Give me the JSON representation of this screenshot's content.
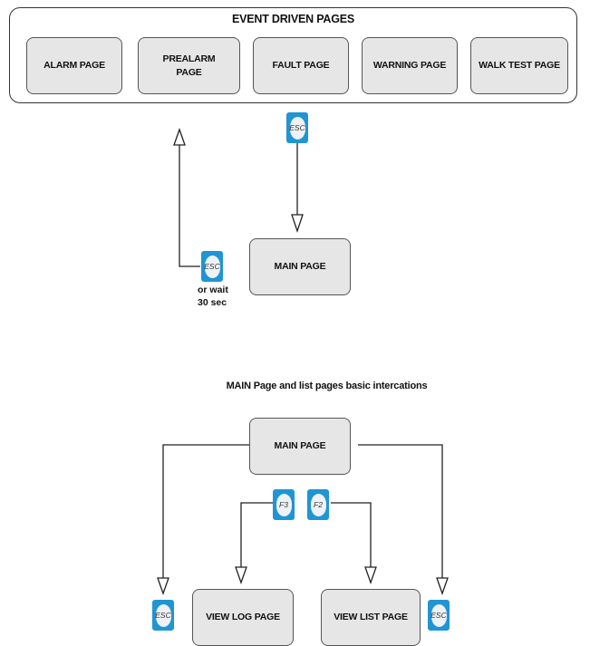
{
  "event_frame": {
    "title": "EVENT DRIVEN PAGES",
    "pages": [
      {
        "label": "ALARM PAGE"
      },
      {
        "label": "PREALARM\nPAGE"
      },
      {
        "label": "FAULT PAGE"
      },
      {
        "label": "WARNING PAGE"
      },
      {
        "label": "WALK TEST PAGE"
      }
    ]
  },
  "top_flow": {
    "esc_key_label": "ESC",
    "main_page_label": "MAIN PAGE",
    "return_key_label": "ESC",
    "wait_text": "or wait\n30 sec"
  },
  "section_title": "MAIN Page and list pages basic intercations",
  "bottom_flow": {
    "main_page_label": "MAIN PAGE",
    "f3_key_label": "F3",
    "f2_key_label": "F2",
    "view_log_label": "VIEW LOG PAGE",
    "view_list_label": "VIEW LIST PAGE",
    "esc_left_label": "ESC",
    "esc_right_label": "ESC"
  },
  "colors": {
    "key_blue": "#1f95d4",
    "box_fill": "#e6e6e6"
  }
}
